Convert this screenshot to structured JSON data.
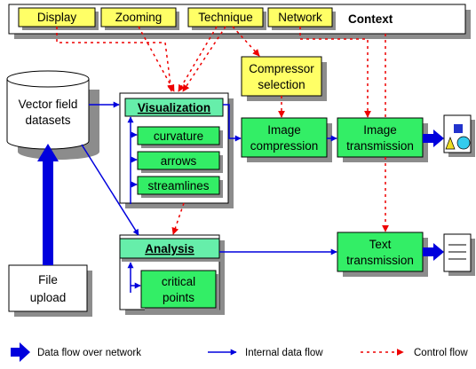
{
  "context": {
    "title": "Context",
    "items": [
      "Display",
      "Zooming",
      "Technique",
      "Network"
    ]
  },
  "nodes": {
    "datasets": [
      "Vector field",
      "datasets"
    ],
    "compressor": [
      "Compressor",
      "selection"
    ],
    "visualization": "Visualization",
    "techniques": [
      "curvature",
      "arrows",
      "streamlines"
    ],
    "image_compression": [
      "Image",
      "compression"
    ],
    "image_transmission": [
      "Image",
      "transmission"
    ],
    "analysis": "Analysis",
    "critical_points": [
      "critical",
      "points"
    ],
    "text_transmission": [
      "Text",
      "transmission"
    ],
    "file_upload": [
      "File",
      "upload"
    ]
  },
  "legend": {
    "network": "Data flow over network",
    "internal": "Internal data flow",
    "control": "Control flow"
  },
  "colors": {
    "yellow_box": "#FFFF66",
    "green_box": "#33EE66",
    "teal_box": "#66EEAA",
    "data_arrow": "#0000DD",
    "control_arrow": "#EE0000",
    "shadow": "#8C8C8C",
    "icon_yellow": "#EEDD22",
    "icon_cyan": "#33CCEE",
    "icon_blue": "#2233CC"
  }
}
